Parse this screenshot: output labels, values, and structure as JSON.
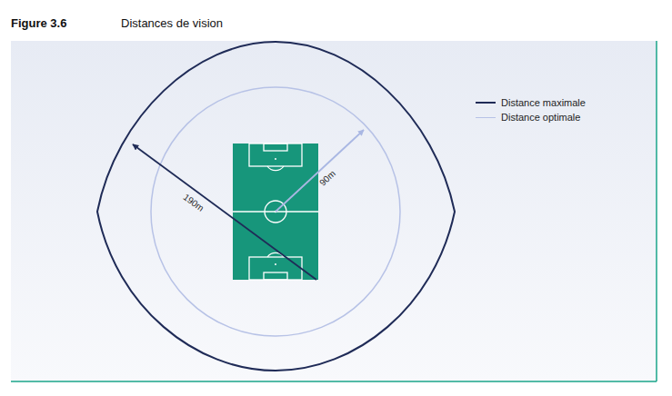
{
  "diagram": {
    "title": "Distances de vision",
    "labels": [
      "Figure 3.6",
      "190m",
      "90m"
    ],
    "legend": [
      {
        "text": "Distance maximale"
      },
      {
        "text": "Distance optimale"
      }
    ]
  }
}
